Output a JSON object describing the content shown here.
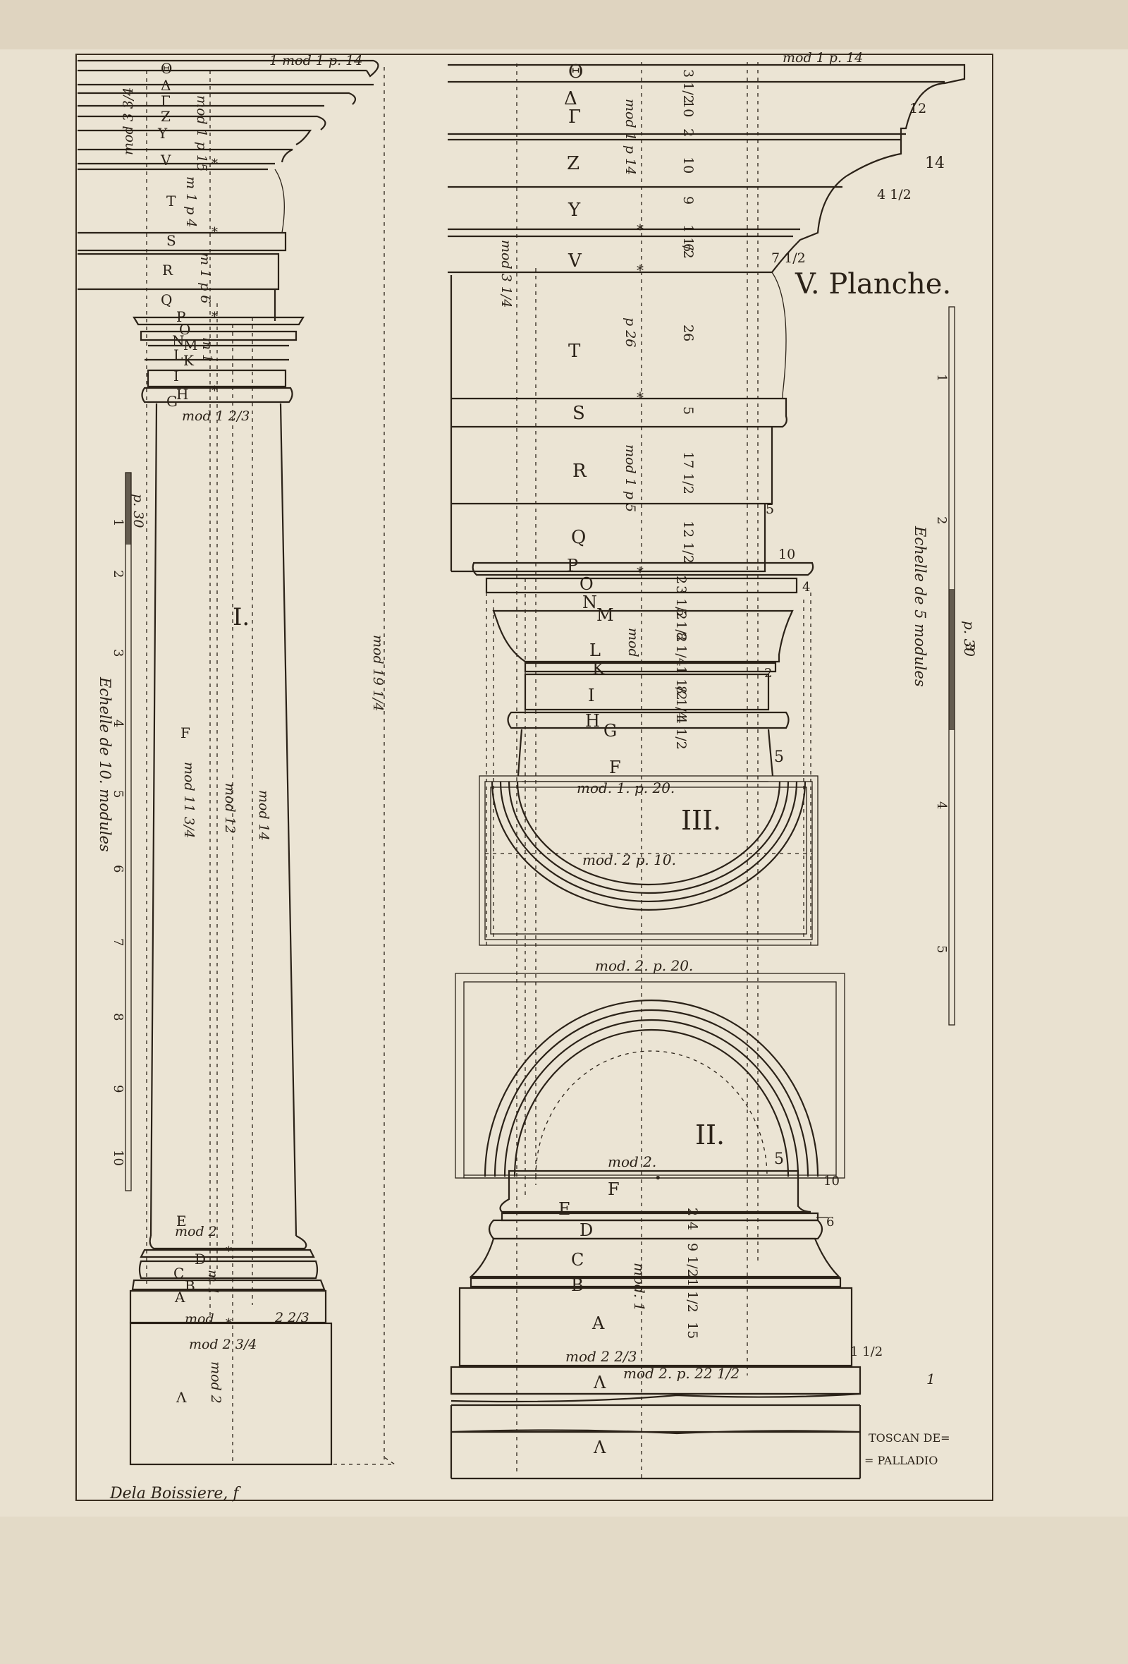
{
  "plate": {
    "title": "V. Planche.",
    "engraver": "Dela Boissiere, f",
    "caption_line1": "TOSCAN DE=",
    "caption_line2": "= PALLADIO"
  },
  "figures": {
    "fig1": "I.",
    "fig2": "II.",
    "fig3": "III."
  },
  "scale_left": {
    "title": "Echelle de 10. modules",
    "top_label": "p. 30",
    "ticks": [
      "1",
      "2",
      "3",
      "4",
      "5",
      "6",
      "7",
      "8",
      "9",
      "10"
    ]
  },
  "scale_right": {
    "title": "Echelle de 5 modules",
    "top_label": "p. 30",
    "ticks": [
      "1",
      "2",
      "3",
      "4",
      "5"
    ]
  },
  "column": {
    "letters": [
      "Θ",
      "Δ",
      "Γ",
      "Z",
      "Y",
      "V",
      "T",
      "S",
      "R",
      "Q",
      "P",
      "O",
      "N",
      "M",
      "L",
      "K",
      "I",
      "H",
      "G",
      "F",
      "E",
      "D",
      "C",
      "B",
      "A",
      "Λ"
    ],
    "dims": {
      "top": "1 mod 1 p. 14",
      "cornice": "mod 1 p 15",
      "frieze_m": "m 1 p 4",
      "mod34": "mod 3 3/4",
      "arch_m": "m 1 p 6",
      "cap": "m 1",
      "mod_1_2_3": "mod 1 2/3",
      "shaft_f": "mod 11 3/4",
      "shaft_12": "mod 12",
      "shaft_14": "mod 14",
      "total": "mod 19 1/4",
      "base_2": "mod 2",
      "base_m1": "m 1",
      "base_mod": "mod",
      "base_2_2_3": "2 2/3",
      "ped_mod": "mod 2 3/4",
      "ped_mod2": "mod 2"
    }
  },
  "entablature": {
    "top": "mod 1 p. 14",
    "labels": [
      "Θ",
      "Δ",
      "Γ",
      "Z",
      "Y",
      "V",
      "T",
      "S",
      "R",
      "Q"
    ],
    "numbers": [
      "3 1/2",
      "10",
      "2",
      "10",
      "9",
      "1 1/2",
      "6",
      "26",
      "5",
      "17 1/2",
      "12 1/2"
    ],
    "right_numbers": [
      "12",
      "14",
      "4 1/2",
      "7 1/2",
      "5",
      "10"
    ],
    "mods": [
      "mod 1 p 14",
      "mod 3 1/4",
      "p 26",
      "mod 1 p 5"
    ]
  },
  "capital": {
    "letters": [
      "P",
      "O",
      "N",
      "M",
      "L",
      "K",
      "I",
      "H",
      "G",
      "F"
    ],
    "numbers": [
      "2",
      "3 1/2",
      "5 1/2",
      "mod",
      "8 1/4",
      "1 1/2",
      "8 1/4",
      "4 1/2"
    ],
    "right_numbers": [
      "4",
      "2",
      "5"
    ],
    "mod1": "mod. 1. p. 20.",
    "mod2": "mod. 2 p. 10."
  },
  "base": {
    "top": "mod. 2. p. 20.",
    "mod2": "mod 2.",
    "letters": [
      "F",
      "E",
      "D",
      "C",
      "B",
      "A",
      "Λ",
      "Λ"
    ],
    "numbers": [
      "2",
      "4",
      "9 1/2",
      "1 1/2",
      "15"
    ],
    "right_numbers": [
      "5",
      "10",
      "6",
      "1 1/2"
    ],
    "mod_2_2_3": "mod 2 2/3",
    "mod_22": "mod 2. p. 22 1/2",
    "mod1": "mod. 1",
    "dash": "1"
  }
}
